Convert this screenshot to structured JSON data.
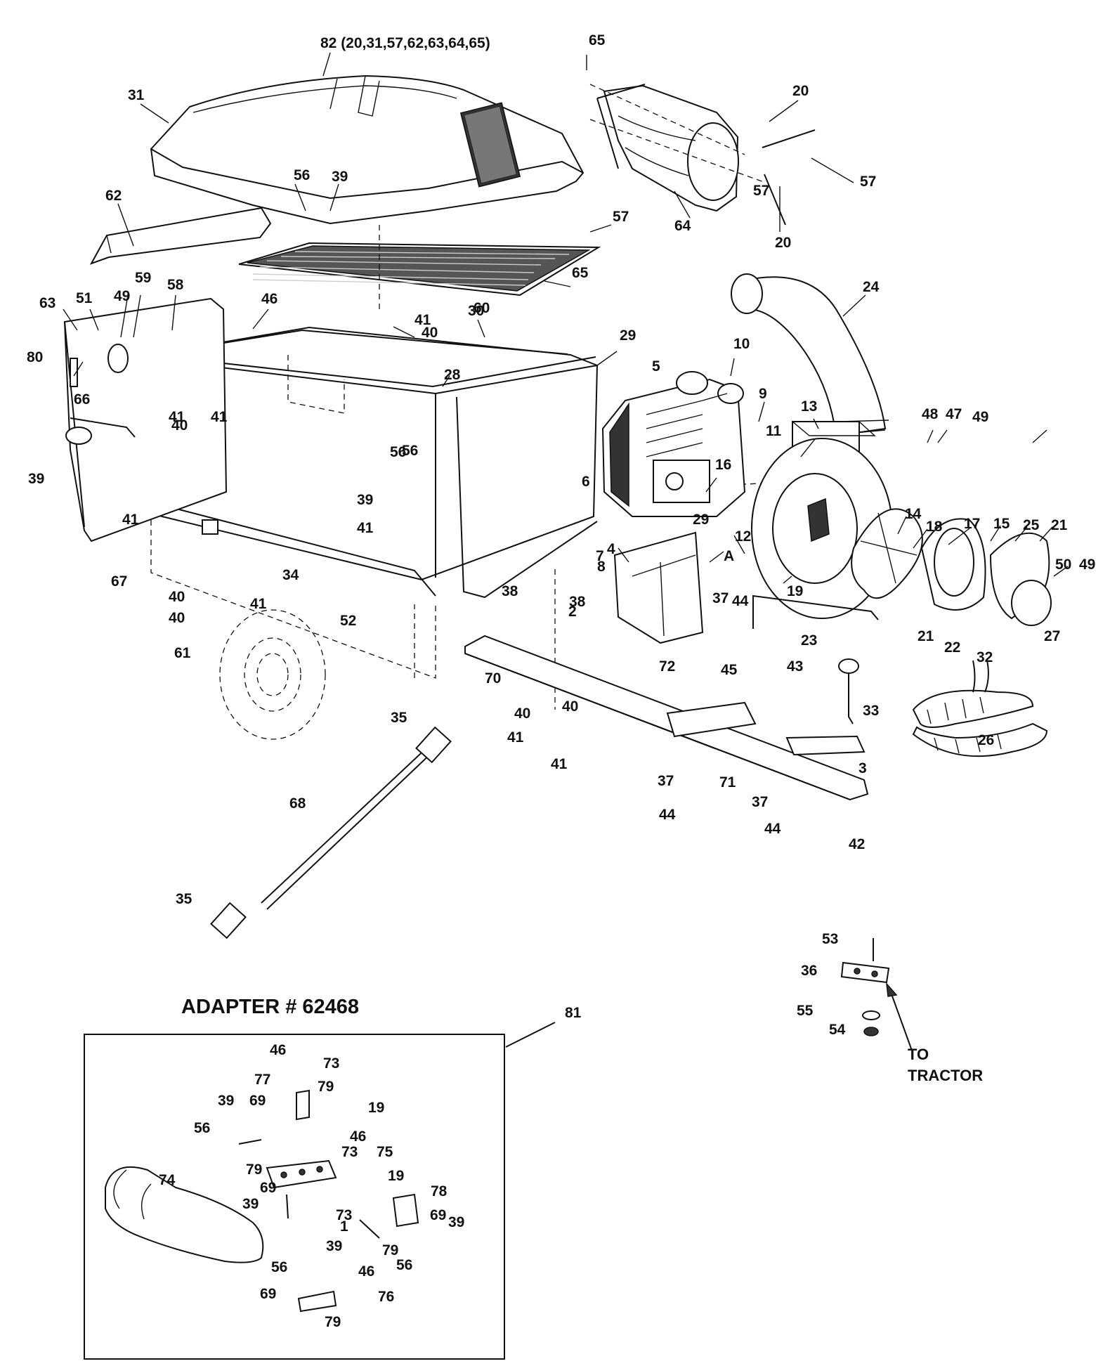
{
  "diagram": {
    "adapter_title": "ADAPTER  # 62468",
    "to_tractor": [
      "TO",
      "TRACTOR"
    ],
    "callouts": [
      "82 (20,31,57,62,63,64,65)",
      "65",
      "31",
      "20",
      "57",
      "57",
      "20",
      "64",
      "62",
      "56",
      "39",
      "57",
      "65",
      "63",
      "51",
      "49",
      "59",
      "58",
      "46",
      "60",
      "30",
      "29",
      "24",
      "80",
      "41",
      "40",
      "28",
      "41",
      "56",
      "41",
      "66",
      "39",
      "40",
      "41",
      "39",
      "56",
      "10",
      "9",
      "5",
      "13",
      "11",
      "48",
      "47",
      "49",
      "6",
      "16",
      "14",
      "18",
      "17",
      "15",
      "25",
      "21",
      "50",
      "49",
      "12",
      "19",
      "4",
      "29",
      "A",
      "8",
      "7",
      "38",
      "38",
      "2",
      "37",
      "44",
      "23",
      "21",
      "22",
      "67",
      "41",
      "34",
      "52",
      "40",
      "61",
      "40",
      "41",
      "70",
      "72",
      "45",
      "43",
      "33",
      "32",
      "27",
      "26",
      "40",
      "40",
      "41",
      "41",
      "3",
      "37",
      "71",
      "44",
      "37",
      "44",
      "42",
      "35",
      "68",
      "35",
      "53",
      "36",
      "55",
      "54",
      "81",
      "46",
      "73",
      "77",
      "79",
      "39",
      "69",
      "19",
      "56",
      "46",
      "79",
      "73",
      "75",
      "74",
      "69",
      "39",
      "73",
      "19",
      "78",
      "69",
      "39",
      "1",
      "46",
      "79",
      "56",
      "56",
      "39",
      "69",
      "76",
      "79"
    ]
  }
}
